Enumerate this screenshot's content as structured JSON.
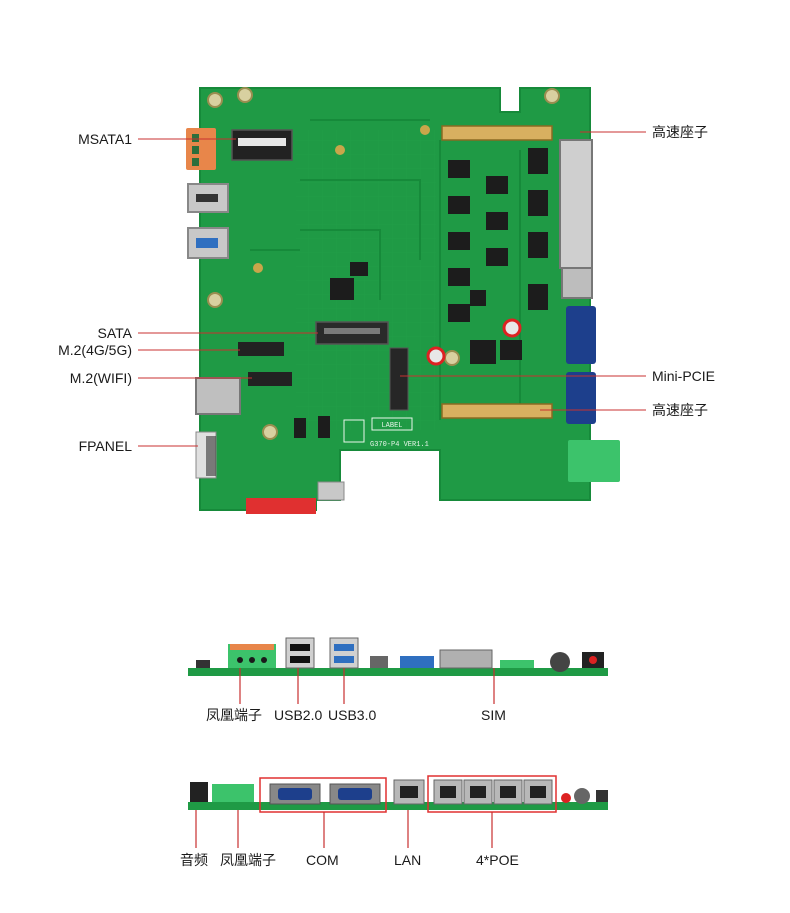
{
  "top_view": {
    "left_labels": {
      "msata": "MSATA1",
      "sata": "SATA",
      "m2_4g5g": "M.2(4G/5G)",
      "m2_wifi": "M.2(WIFI)",
      "fpanel": "FPANEL"
    },
    "right_labels": {
      "hs_connector_top": "高速座子",
      "mini_pcie": "Mini-PCIE",
      "hs_connector_bottom": "高速座子"
    },
    "silk_label": "LABEL",
    "silk_model": "G370-P4 VER1.1"
  },
  "front_io": {
    "phoenix": "凤凰端子",
    "usb2": "USB2.0",
    "usb3": "USB3.0",
    "sim": "SIM"
  },
  "rear_io": {
    "audio": "音频",
    "phoenix": "凤凰端子",
    "com": "COM",
    "lan": "LAN",
    "poe": "4*POE"
  },
  "colors": {
    "pcb_green": "#1f9a45",
    "pcb_light": "#2fb556",
    "trace": "#168a3a",
    "chip": "#1c1c1c",
    "terminal_green": "#3cc36b",
    "terminal_orange": "#e8864a",
    "usb3_blue": "#2f6fc0",
    "com_blue": "#1d3f8c",
    "highlight_red": "#e03030",
    "leader": "#c83030"
  }
}
